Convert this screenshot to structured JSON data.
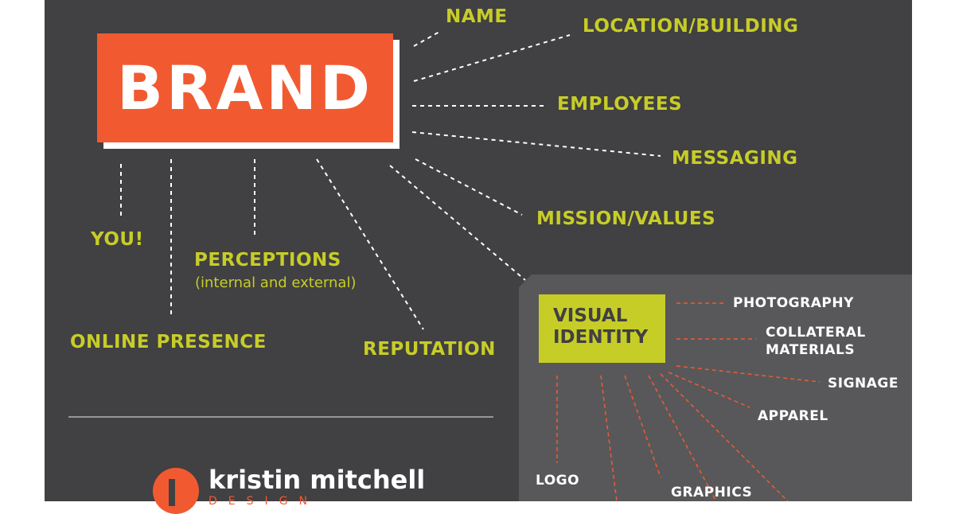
{
  "brand": {
    "label": "BRAND"
  },
  "branches": {
    "name": "NAME",
    "location": "LOCATION/BUILDING",
    "employees": "EMPLOYEES",
    "messaging": "MESSAGING",
    "mission": "MISSION/VALUES",
    "you": "YOU!",
    "perceptions": "PERCEPTIONS",
    "perceptions_note": "(internal and external)",
    "online": "ONLINE PRESENCE",
    "reputation": "REPUTATION"
  },
  "visual_identity": {
    "line1": "VISUAL",
    "line2": "IDENTITY",
    "items": {
      "photography": "PHOTOGRAPHY",
      "collateral_1": "COLLATERAL",
      "collateral_2": "MATERIALS",
      "signage": "SIGNAGE",
      "apparel": "APPAREL",
      "logo": "LOGO",
      "graphics": "GRAPHICS"
    }
  },
  "footer": {
    "logo_name": "kristin mitchell",
    "logo_tag": "DESIGN"
  },
  "colors": {
    "background": "#414042",
    "brand": "#f15a31",
    "accent": "#c7cd27",
    "visual_panel": "#58585a",
    "text_light": "#ffffff"
  }
}
